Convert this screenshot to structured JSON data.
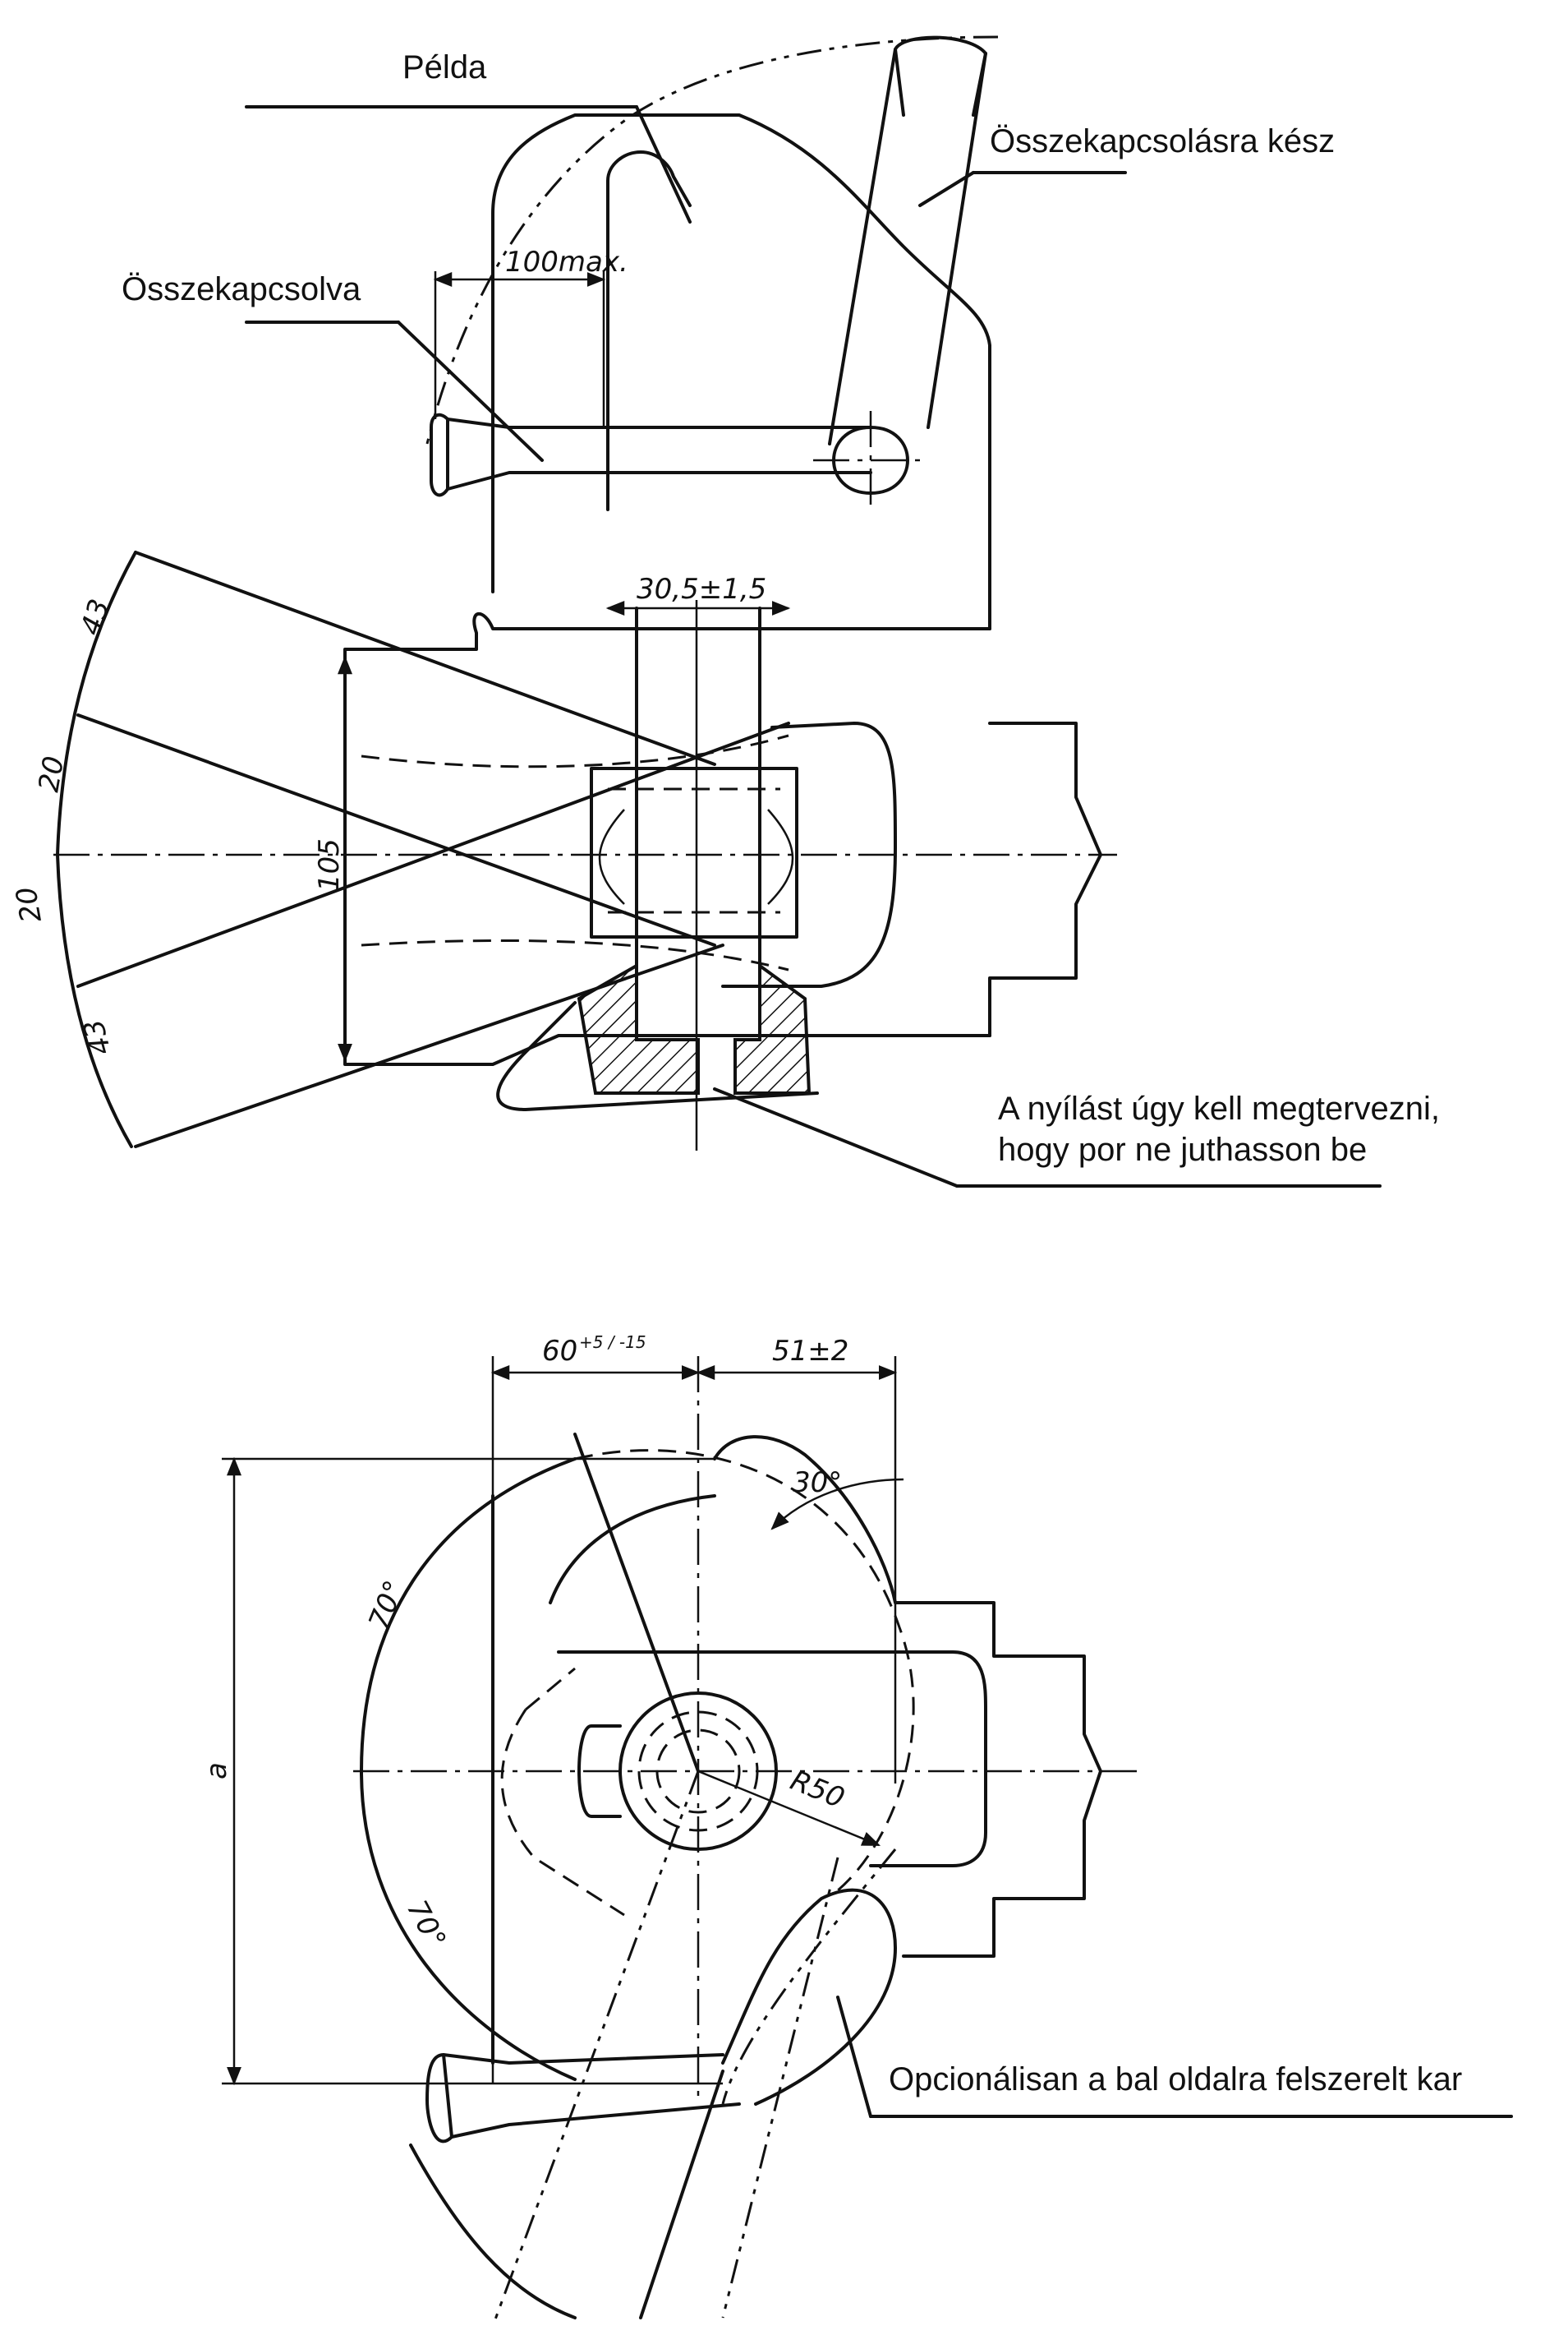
{
  "labels": {
    "pelda": "Példa",
    "ready": "Összekapcsolásra kész",
    "coupled": "Összekapcsolva",
    "opening_line1": "A nyílást úgy kell megtervezni,",
    "opening_line2": "hogy por ne juthasson be",
    "optional": "Opcionálisan a bal oldalra felszerelt kar"
  },
  "dimensions": {
    "d100": "100max.",
    "d30_5": "30,5±1,5",
    "d105": "105",
    "d43_top": "43",
    "d20_top": "20",
    "d20_bottom": "20",
    "d43_bottom": "43",
    "d60": "60",
    "d60_tol": "+5 / -15",
    "d51": "51±2",
    "a30": "30°",
    "a70_top": "70°",
    "a70_bottom": "70°",
    "r50": "R50",
    "a": "a"
  }
}
